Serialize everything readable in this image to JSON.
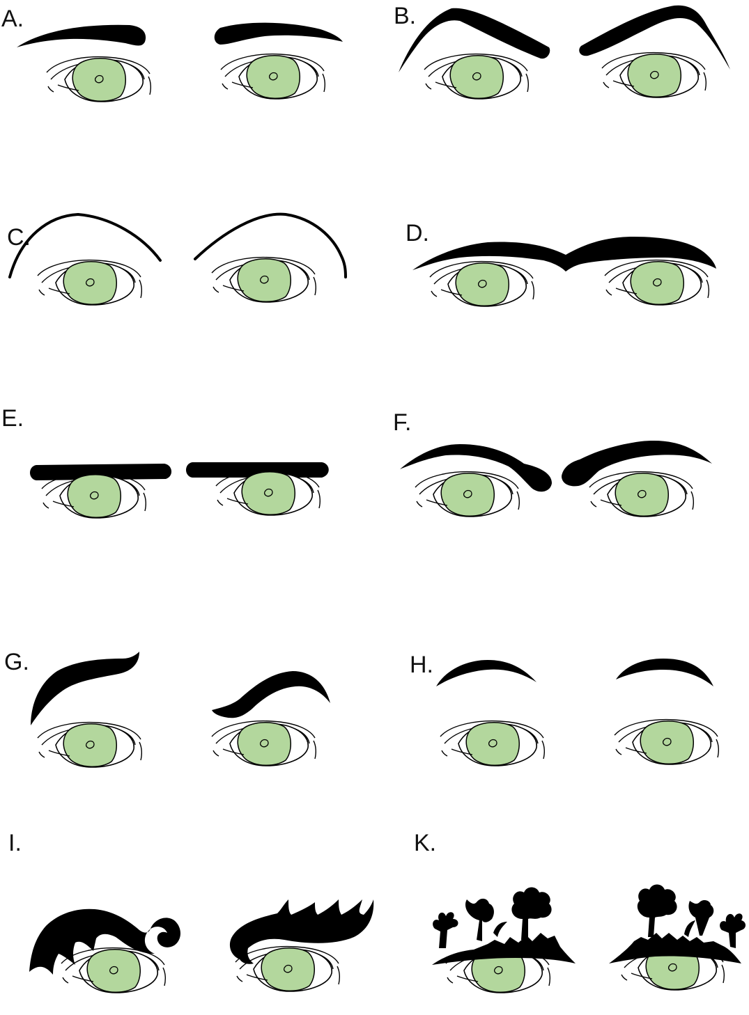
{
  "colors": {
    "iris": "#b3d79d",
    "brow": "#000000",
    "outline": "#000000"
  },
  "panels": [
    {
      "id": "A",
      "label": "A.",
      "brow_style": "thick-tapered"
    },
    {
      "id": "B",
      "label": "B.",
      "brow_style": "steep-angled"
    },
    {
      "id": "C",
      "label": "C.",
      "brow_style": "thin-high-arch"
    },
    {
      "id": "D",
      "label": "D.",
      "brow_style": "unibrow"
    },
    {
      "id": "E",
      "label": "E.",
      "brow_style": "straight-flat"
    },
    {
      "id": "F",
      "label": "F.",
      "brow_style": "bulb-inner-end"
    },
    {
      "id": "G",
      "label": "G.",
      "brow_style": "asymmetric-curved"
    },
    {
      "id": "H",
      "label": "H.",
      "brow_style": "short-arched"
    },
    {
      "id": "I",
      "label": "I.",
      "brow_style": "decorative-swirl"
    },
    {
      "id": "K",
      "label": "K.",
      "brow_style": "silhouette-garden"
    }
  ]
}
